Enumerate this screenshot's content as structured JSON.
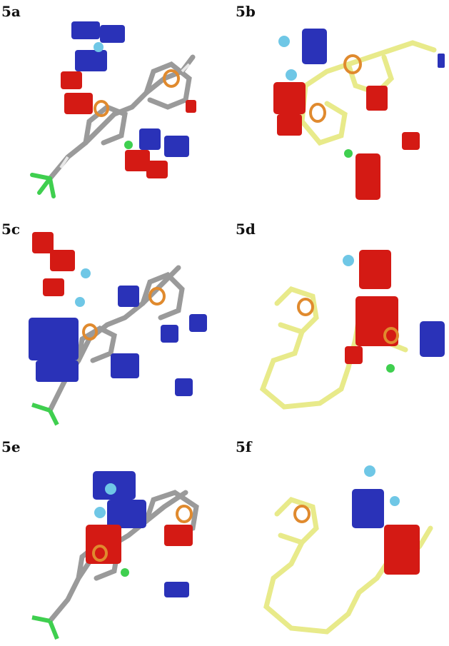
{
  "panels": [
    {
      "id": "5a",
      "label": "5a"
    },
    {
      "id": "5b",
      "label": "5b"
    },
    {
      "id": "5c",
      "label": "5c"
    },
    {
      "id": "5d",
      "label": "5d"
    },
    {
      "id": "5e",
      "label": "5e"
    },
    {
      "id": "5f",
      "label": "5f"
    }
  ],
  "colors": {
    "hbond_donor": "#2a32b8",
    "hbond_acceptor": "#d41a14",
    "aromatic_ring": "#e08a2e",
    "hydrophobic": "#6fc7e6",
    "halogen": "#3fcf4f",
    "ligand_grey": "#9a9a9a",
    "ligand_yellow": "#e8ea8a"
  }
}
